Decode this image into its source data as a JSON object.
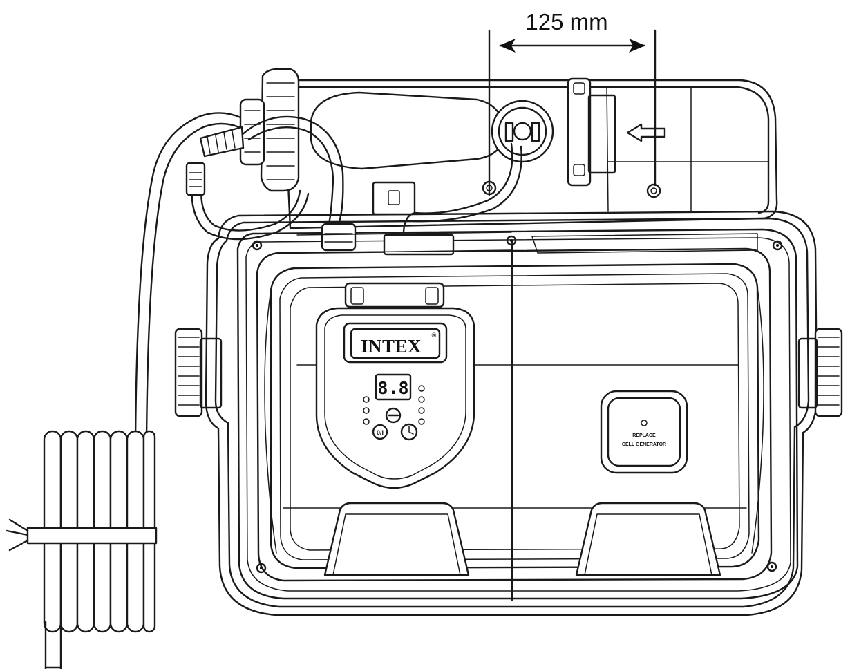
{
  "dimension": {
    "label": "125 mm"
  },
  "control_panel": {
    "brand": "INTEX",
    "registered_mark": "®",
    "display_value": "8.8",
    "button_power_label": "0/I"
  },
  "replace_panel": {
    "line1": "REPLACE",
    "line2": "CELL GENERATOR"
  }
}
